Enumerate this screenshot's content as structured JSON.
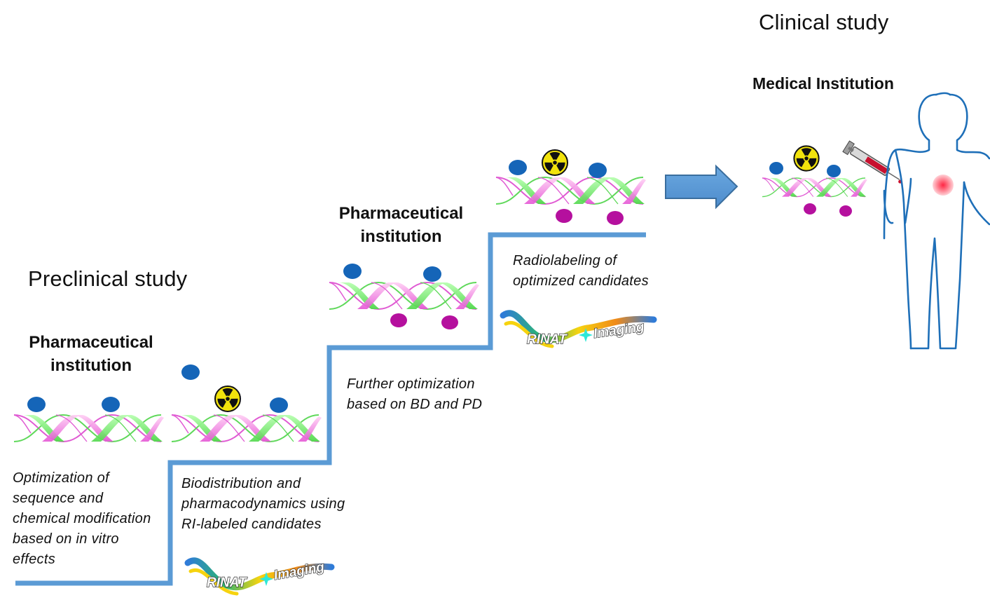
{
  "preclinical": {
    "title": "Preclinical study",
    "institution": [
      "Pharmaceutical",
      "institution"
    ]
  },
  "pharma_mid": {
    "institution": [
      "Pharmaceutical",
      "institution"
    ]
  },
  "clinical": {
    "title": "Clinical study",
    "institution": "Medical Institution"
  },
  "steps": {
    "step1": [
      "Optimization of",
      "sequence and",
      "chemical modification",
      "based on in vitro",
      "effects"
    ],
    "step2": [
      "Biodistribution and",
      "pharmacodynamics using",
      "RI-labeled candidates"
    ],
    "step3": [
      "Further optimization",
      "based on BD and PD"
    ],
    "step4": [
      "Radiolabeling of",
      "optimized candidates"
    ]
  },
  "logo": {
    "left": "RINAT",
    "right": "Imaging",
    "star_color": "#2ee8d8"
  },
  "colors": {
    "stair": "#5b9bd5",
    "strand_green": "#66dd55",
    "strand_pink": "#ee66dd",
    "blue_dot": "#1565b8",
    "purple_dot": "#b5109e",
    "body_outline": "#1e6fb8",
    "arrow_fill": "#5b9bd5",
    "arrow_edge": "#3a6e9e",
    "radiation_yellow": "#f2e30c"
  },
  "icons": [
    "radiation-icon",
    "syringe-icon",
    "human-body-icon",
    "right-arrow-icon",
    "dna-helix-icon"
  ]
}
